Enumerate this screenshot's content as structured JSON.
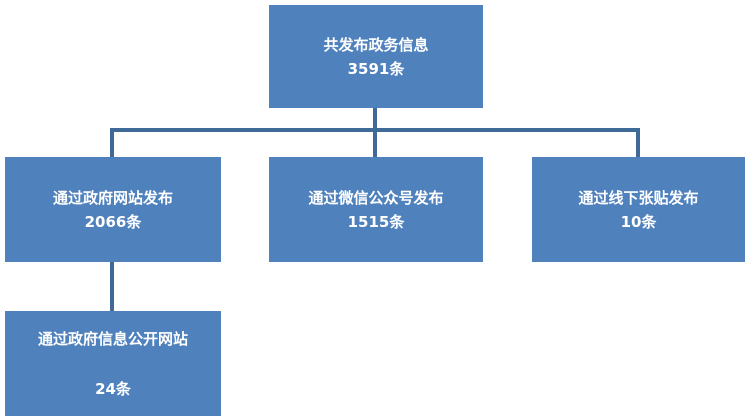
{
  "nodes": {
    "root": {
      "line1": "共发布政务信息",
      "line2": "3591条"
    },
    "web": {
      "line1": "通过政府网站发布",
      "line2": "2066条"
    },
    "wechat": {
      "line1": "通过微信公众号发布",
      "line2": "1515条"
    },
    "post": {
      "line1": "通过线下张贴发布",
      "line2": "10条"
    },
    "open": {
      "line1": "通过政府信息公开网站",
      "line2": "24条"
    }
  },
  "colors": {
    "box_fill": "#4f81bd",
    "connector": "#3f6a97",
    "text": "#ffffff"
  }
}
